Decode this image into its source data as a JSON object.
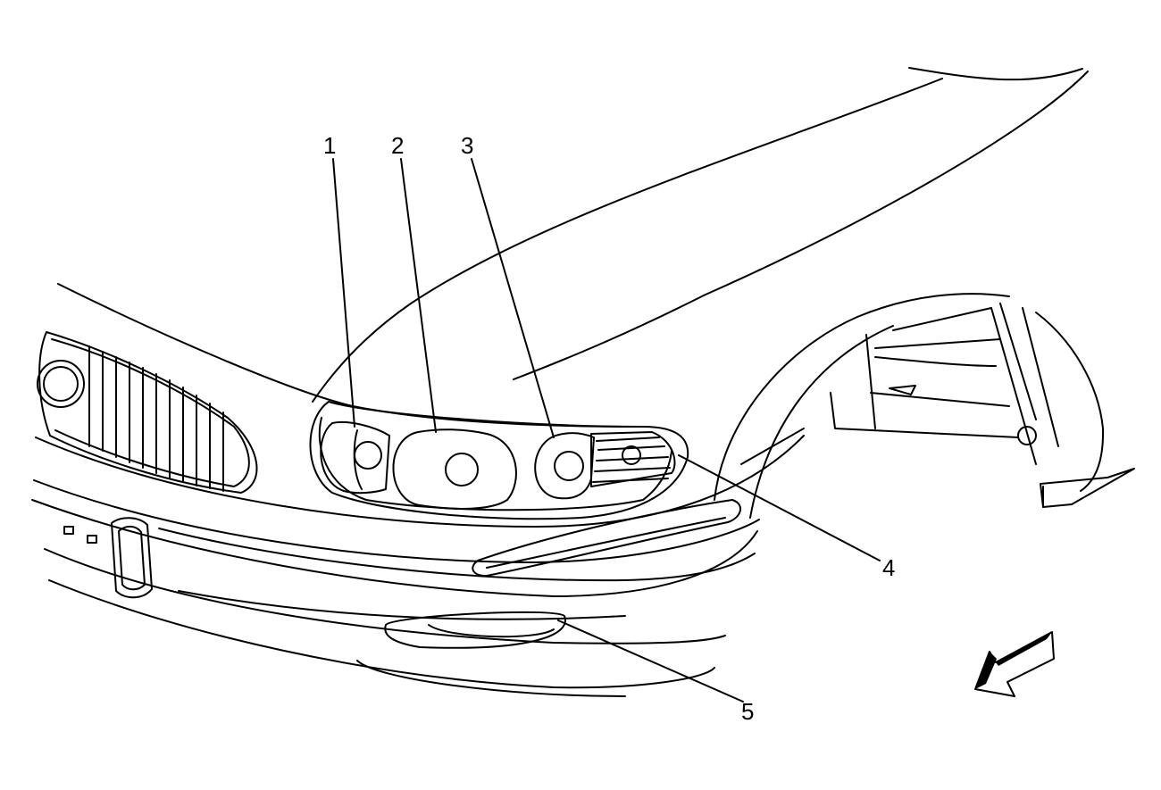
{
  "callouts": [
    {
      "id": "1",
      "label": "1"
    },
    {
      "id": "2",
      "label": "2"
    },
    {
      "id": "3",
      "label": "3"
    },
    {
      "id": "4",
      "label": "4"
    },
    {
      "id": "5",
      "label": "5"
    }
  ],
  "colors": {
    "line": "#000000",
    "background": "#ffffff"
  },
  "icons": {
    "direction": "front-arrow-icon"
  }
}
